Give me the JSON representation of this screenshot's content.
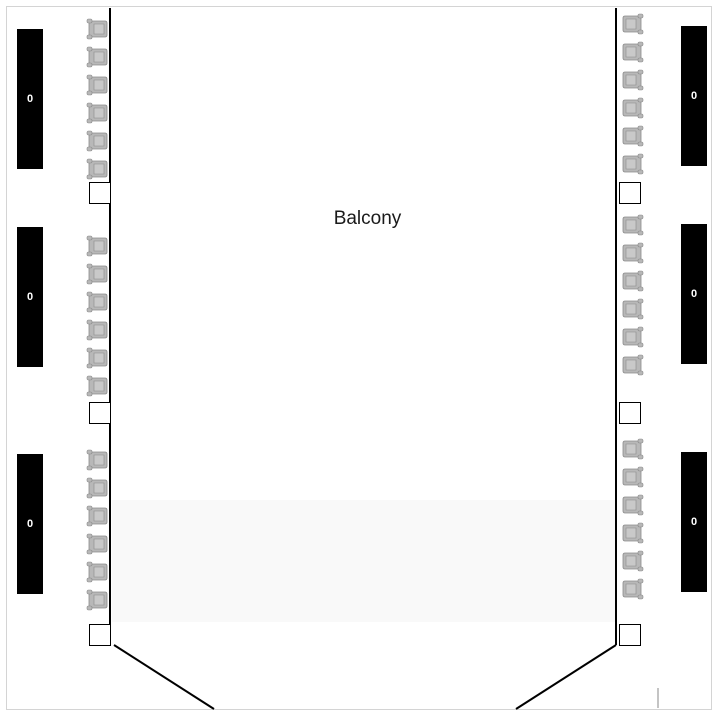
{
  "area_label": "Balcony",
  "box_counts": {
    "left": [
      "0",
      "0",
      "0"
    ],
    "right": [
      "0",
      "0",
      "0"
    ]
  },
  "seats_per_block": 6,
  "colors": {
    "box": "#000000",
    "seat": "#b8b8b8",
    "seat_outline": "#8a8a8a",
    "line": "#000000",
    "frame": "#d4d4d4"
  },
  "footnote": ""
}
